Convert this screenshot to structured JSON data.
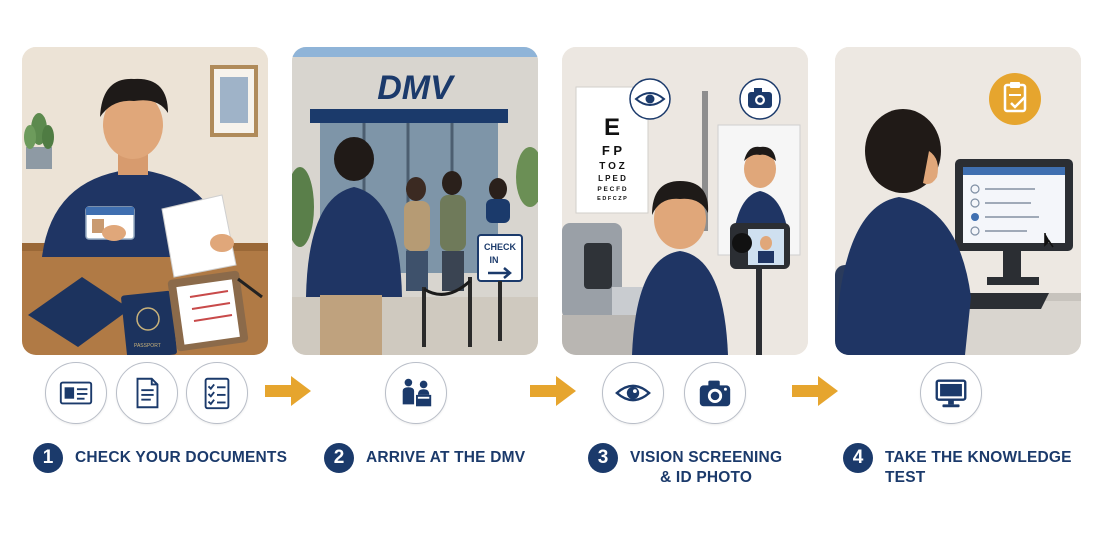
{
  "colors": {
    "navy": "#1b3a6b",
    "arrow": "#e6a52e",
    "panel_bg": "#efe7dc",
    "badge_text": "#ffffff"
  },
  "panels": {
    "dmv": {
      "sign": "DMV",
      "check_in_line1": "CHECK",
      "check_in_line2": "IN"
    },
    "vision": {
      "chart_rows": [
        "E",
        "F P",
        "T O Z",
        "L P E D",
        "P E C F D",
        "E D F C Z P"
      ]
    },
    "passport": {
      "label": "PASSPORT"
    }
  },
  "icons": {
    "row1": [
      "id-card-icon",
      "document-icon",
      "checklist-icon"
    ],
    "row2": [
      "check-in-desk-icon"
    ],
    "row3": [
      "eye-icon",
      "camera-icon"
    ],
    "row4": [
      "monitor-icon"
    ],
    "arrows": [
      "arrow-right-icon",
      "arrow-right-icon",
      "arrow-right-icon"
    ]
  },
  "steps": [
    {
      "number": "1",
      "label_lines": [
        "CHECK YOUR DOCUMENTS"
      ]
    },
    {
      "number": "2",
      "label_lines": [
        "ARRIVE AT THE DMV"
      ]
    },
    {
      "number": "3",
      "label_lines": [
        "VISION SCREENING",
        "& ID PHOTO"
      ]
    },
    {
      "number": "4",
      "label_lines": [
        "TAKE THE KNOWLEDGE TEST"
      ]
    }
  ]
}
